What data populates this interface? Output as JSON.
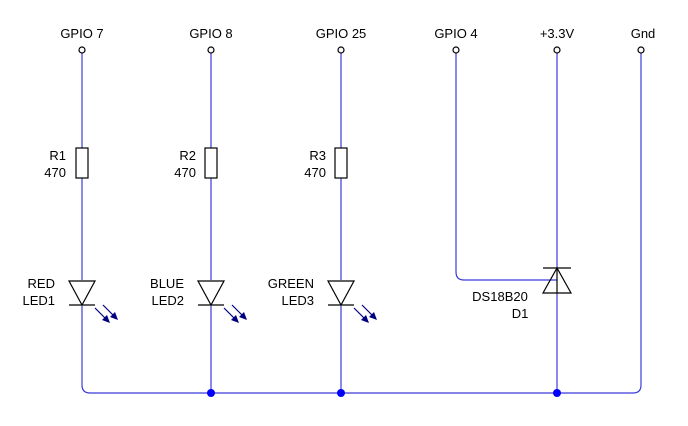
{
  "colors": {
    "wire": "#3b3bd9",
    "component": "#000000",
    "junction": "#0000ff",
    "led_arrows": "#000080",
    "resistor_fill": "#ffffff"
  },
  "terminals": [
    {
      "id": "gpio7",
      "label": "GPIO 7"
    },
    {
      "id": "gpio8",
      "label": "GPIO 8"
    },
    {
      "id": "gpio25",
      "label": "GPIO 25"
    },
    {
      "id": "gpio4",
      "label": "GPIO 4"
    },
    {
      "id": "v33",
      "label": "+3.3V"
    },
    {
      "id": "gnd",
      "label": "Gnd"
    }
  ],
  "resistors": [
    {
      "id": "r1",
      "name": "R1",
      "value": "470"
    },
    {
      "id": "r2",
      "name": "R2",
      "value": "470"
    },
    {
      "id": "r3",
      "name": "R3",
      "value": "470"
    }
  ],
  "leds": [
    {
      "id": "led1",
      "color_label": "RED",
      "name": "LED1"
    },
    {
      "id": "led2",
      "color_label": "BLUE",
      "name": "LED2"
    },
    {
      "id": "led3",
      "color_label": "GREEN",
      "name": "LED3"
    }
  ],
  "sensor": {
    "part": "DS18B20",
    "name": "D1"
  }
}
